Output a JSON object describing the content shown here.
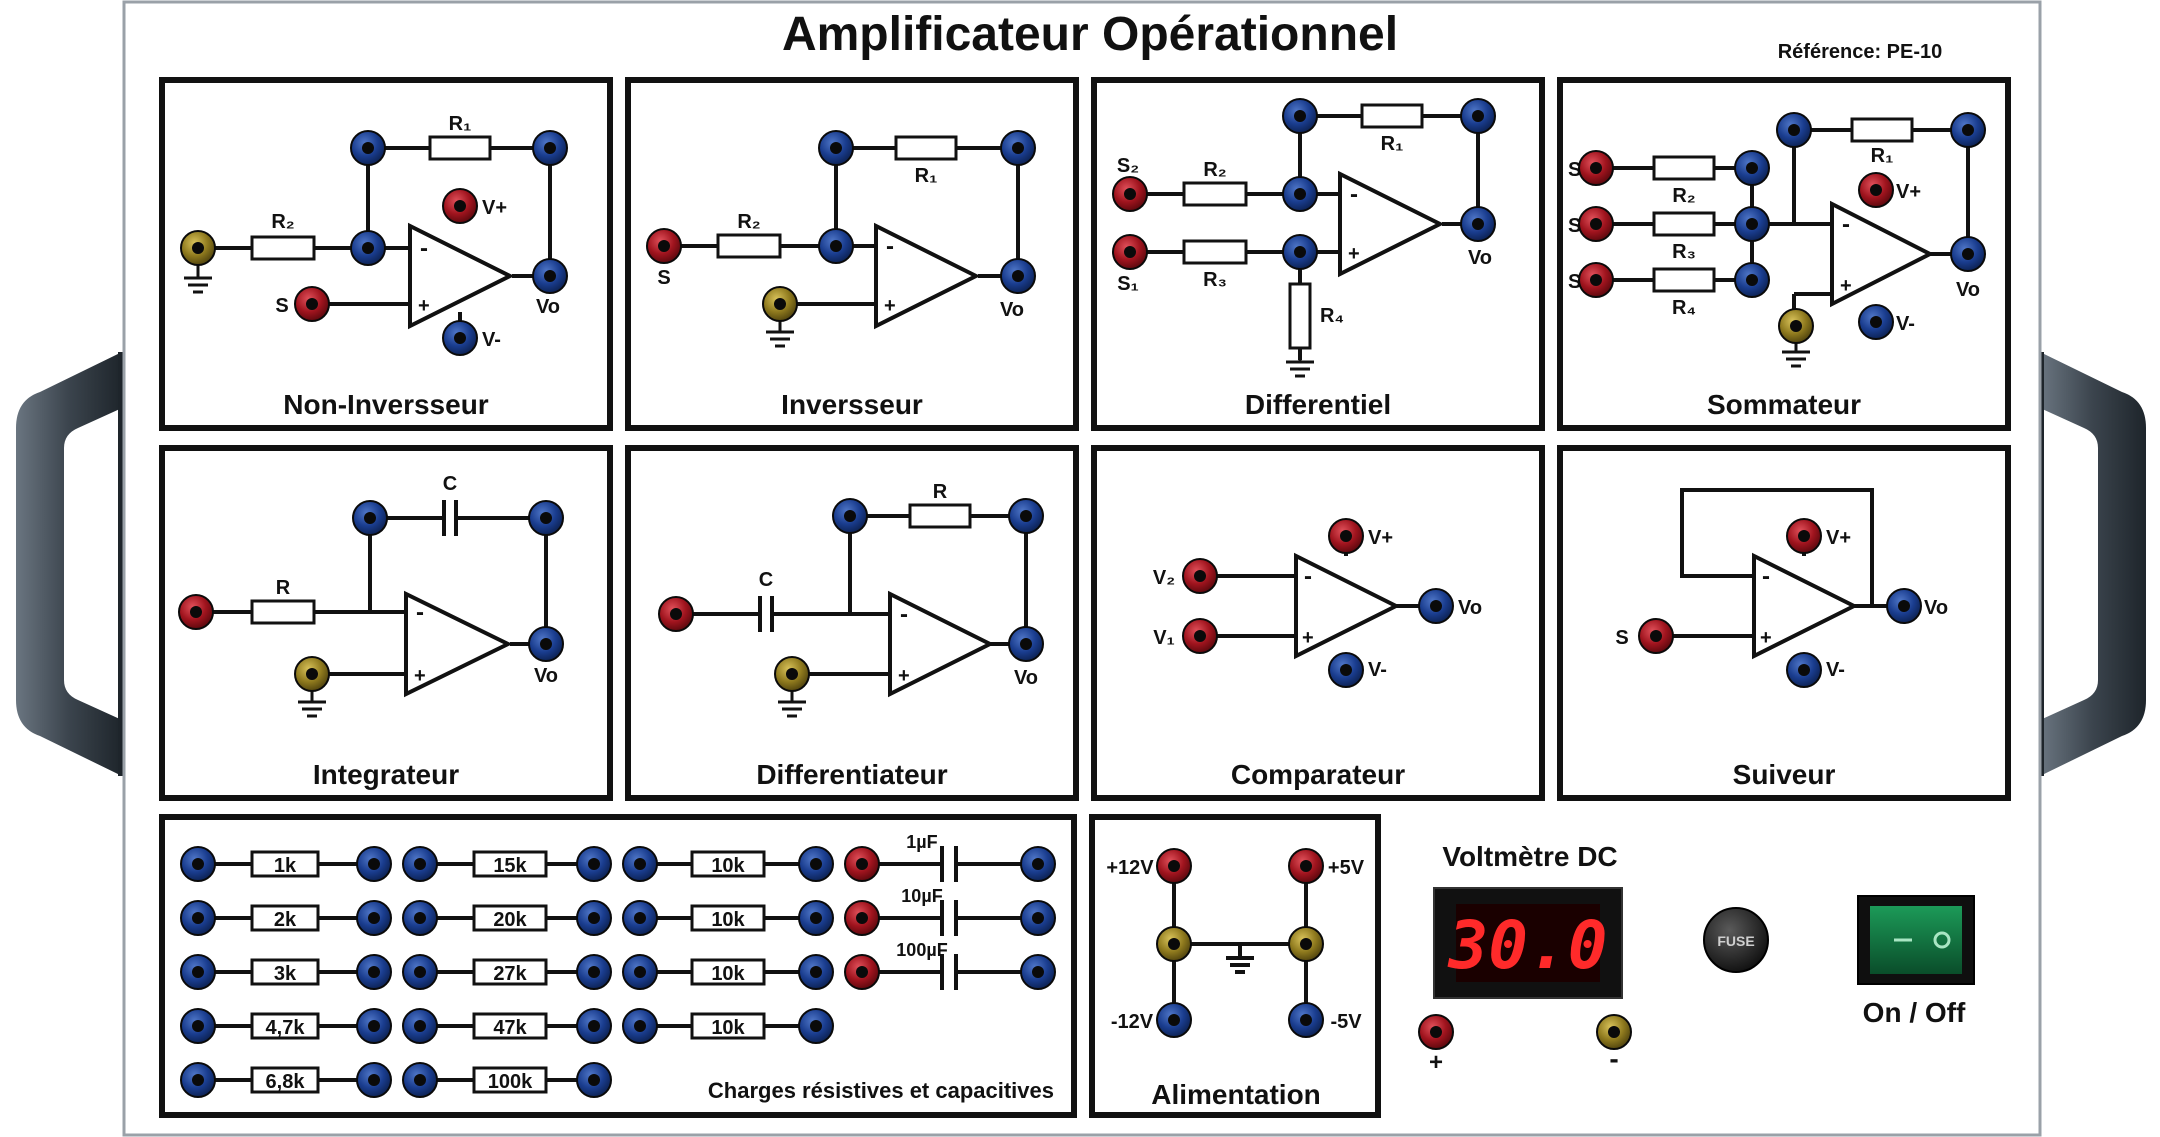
{
  "panel": {
    "title": "Amplificateur Opérationnel",
    "reference": "Référence: PE-10"
  },
  "modules": {
    "non_inverseur": {
      "title": "Non-Inversseur",
      "r1": "R₁",
      "r2": "R₂",
      "vplus": "V+",
      "vminus": "V-",
      "vo": "Vo",
      "s": "S",
      "op_minus": "-",
      "op_plus": "+"
    },
    "inverseur": {
      "title": "Inversseur",
      "r1": "R₁",
      "r2": "R₂",
      "vo": "Vo",
      "s": "S",
      "op_minus": "-",
      "op_plus": "+"
    },
    "differentiel": {
      "title": "Differentiel",
      "r1": "R₁",
      "r2": "R₂",
      "r3": "R₃",
      "r4": "R₄",
      "s1": "S₁",
      "s2": "S₂",
      "vo": "Vo",
      "op_minus": "-",
      "op_plus": "+"
    },
    "sommateur": {
      "title": "Sommateur",
      "r1": "R₁",
      "r2": "R₂",
      "r3": "R₃",
      "r4": "R₄",
      "s1": "S₁",
      "s2": "S₂",
      "s3": "S₃",
      "vplus": "V+",
      "vminus": "V-",
      "vo": "Vo",
      "op_minus": "-",
      "op_plus": "+"
    },
    "integrateur": {
      "title": "Integrateur",
      "c": "C",
      "r": "R",
      "vo": "Vo",
      "op_minus": "-",
      "op_plus": "+"
    },
    "differentiateur": {
      "title": "Differentiateur",
      "c": "C",
      "r": "R",
      "vo": "Vo",
      "op_minus": "-",
      "op_plus": "+"
    },
    "comparateur": {
      "title": "Comparateur",
      "v1": "V₁",
      "v2": "V₂",
      "vplus": "V+",
      "vminus": "V-",
      "vo": "Vo",
      "op_minus": "-",
      "op_plus": "+"
    },
    "suiveur": {
      "title": "Suiveur",
      "s": "S",
      "vplus": "V+",
      "vminus": "V-",
      "vo": "Vo",
      "op_minus": "-",
      "op_plus": "+"
    }
  },
  "charges": {
    "title": "Charges résistives et capacitives",
    "col1": [
      "1k",
      "2k",
      "3k",
      "4,7k",
      "6,8k"
    ],
    "col2": [
      "15k",
      "20k",
      "27k",
      "47k",
      "100k"
    ],
    "col3": [
      "10k",
      "10k",
      "10k",
      "10k"
    ],
    "caps": [
      "1µF",
      "10µF",
      "100µF"
    ]
  },
  "alimentation": {
    "title": "Alimentation",
    "p12": "+12V",
    "p5": "+5V",
    "m12": "-12V",
    "m5": "-5V"
  },
  "voltmetre": {
    "title": "Voltmètre DC",
    "reading": "30.0",
    "plus": "+",
    "minus": "-"
  },
  "fuse": {
    "label": "FUSE"
  },
  "power": {
    "label": "On / Off"
  },
  "colors": {
    "terminal_blue": "#1a3d8f",
    "terminal_red": "#a0141e",
    "terminal_gold": "#8f7a1e",
    "display_red": "#ff2a2a",
    "switch_green": "#0f6a3a"
  }
}
